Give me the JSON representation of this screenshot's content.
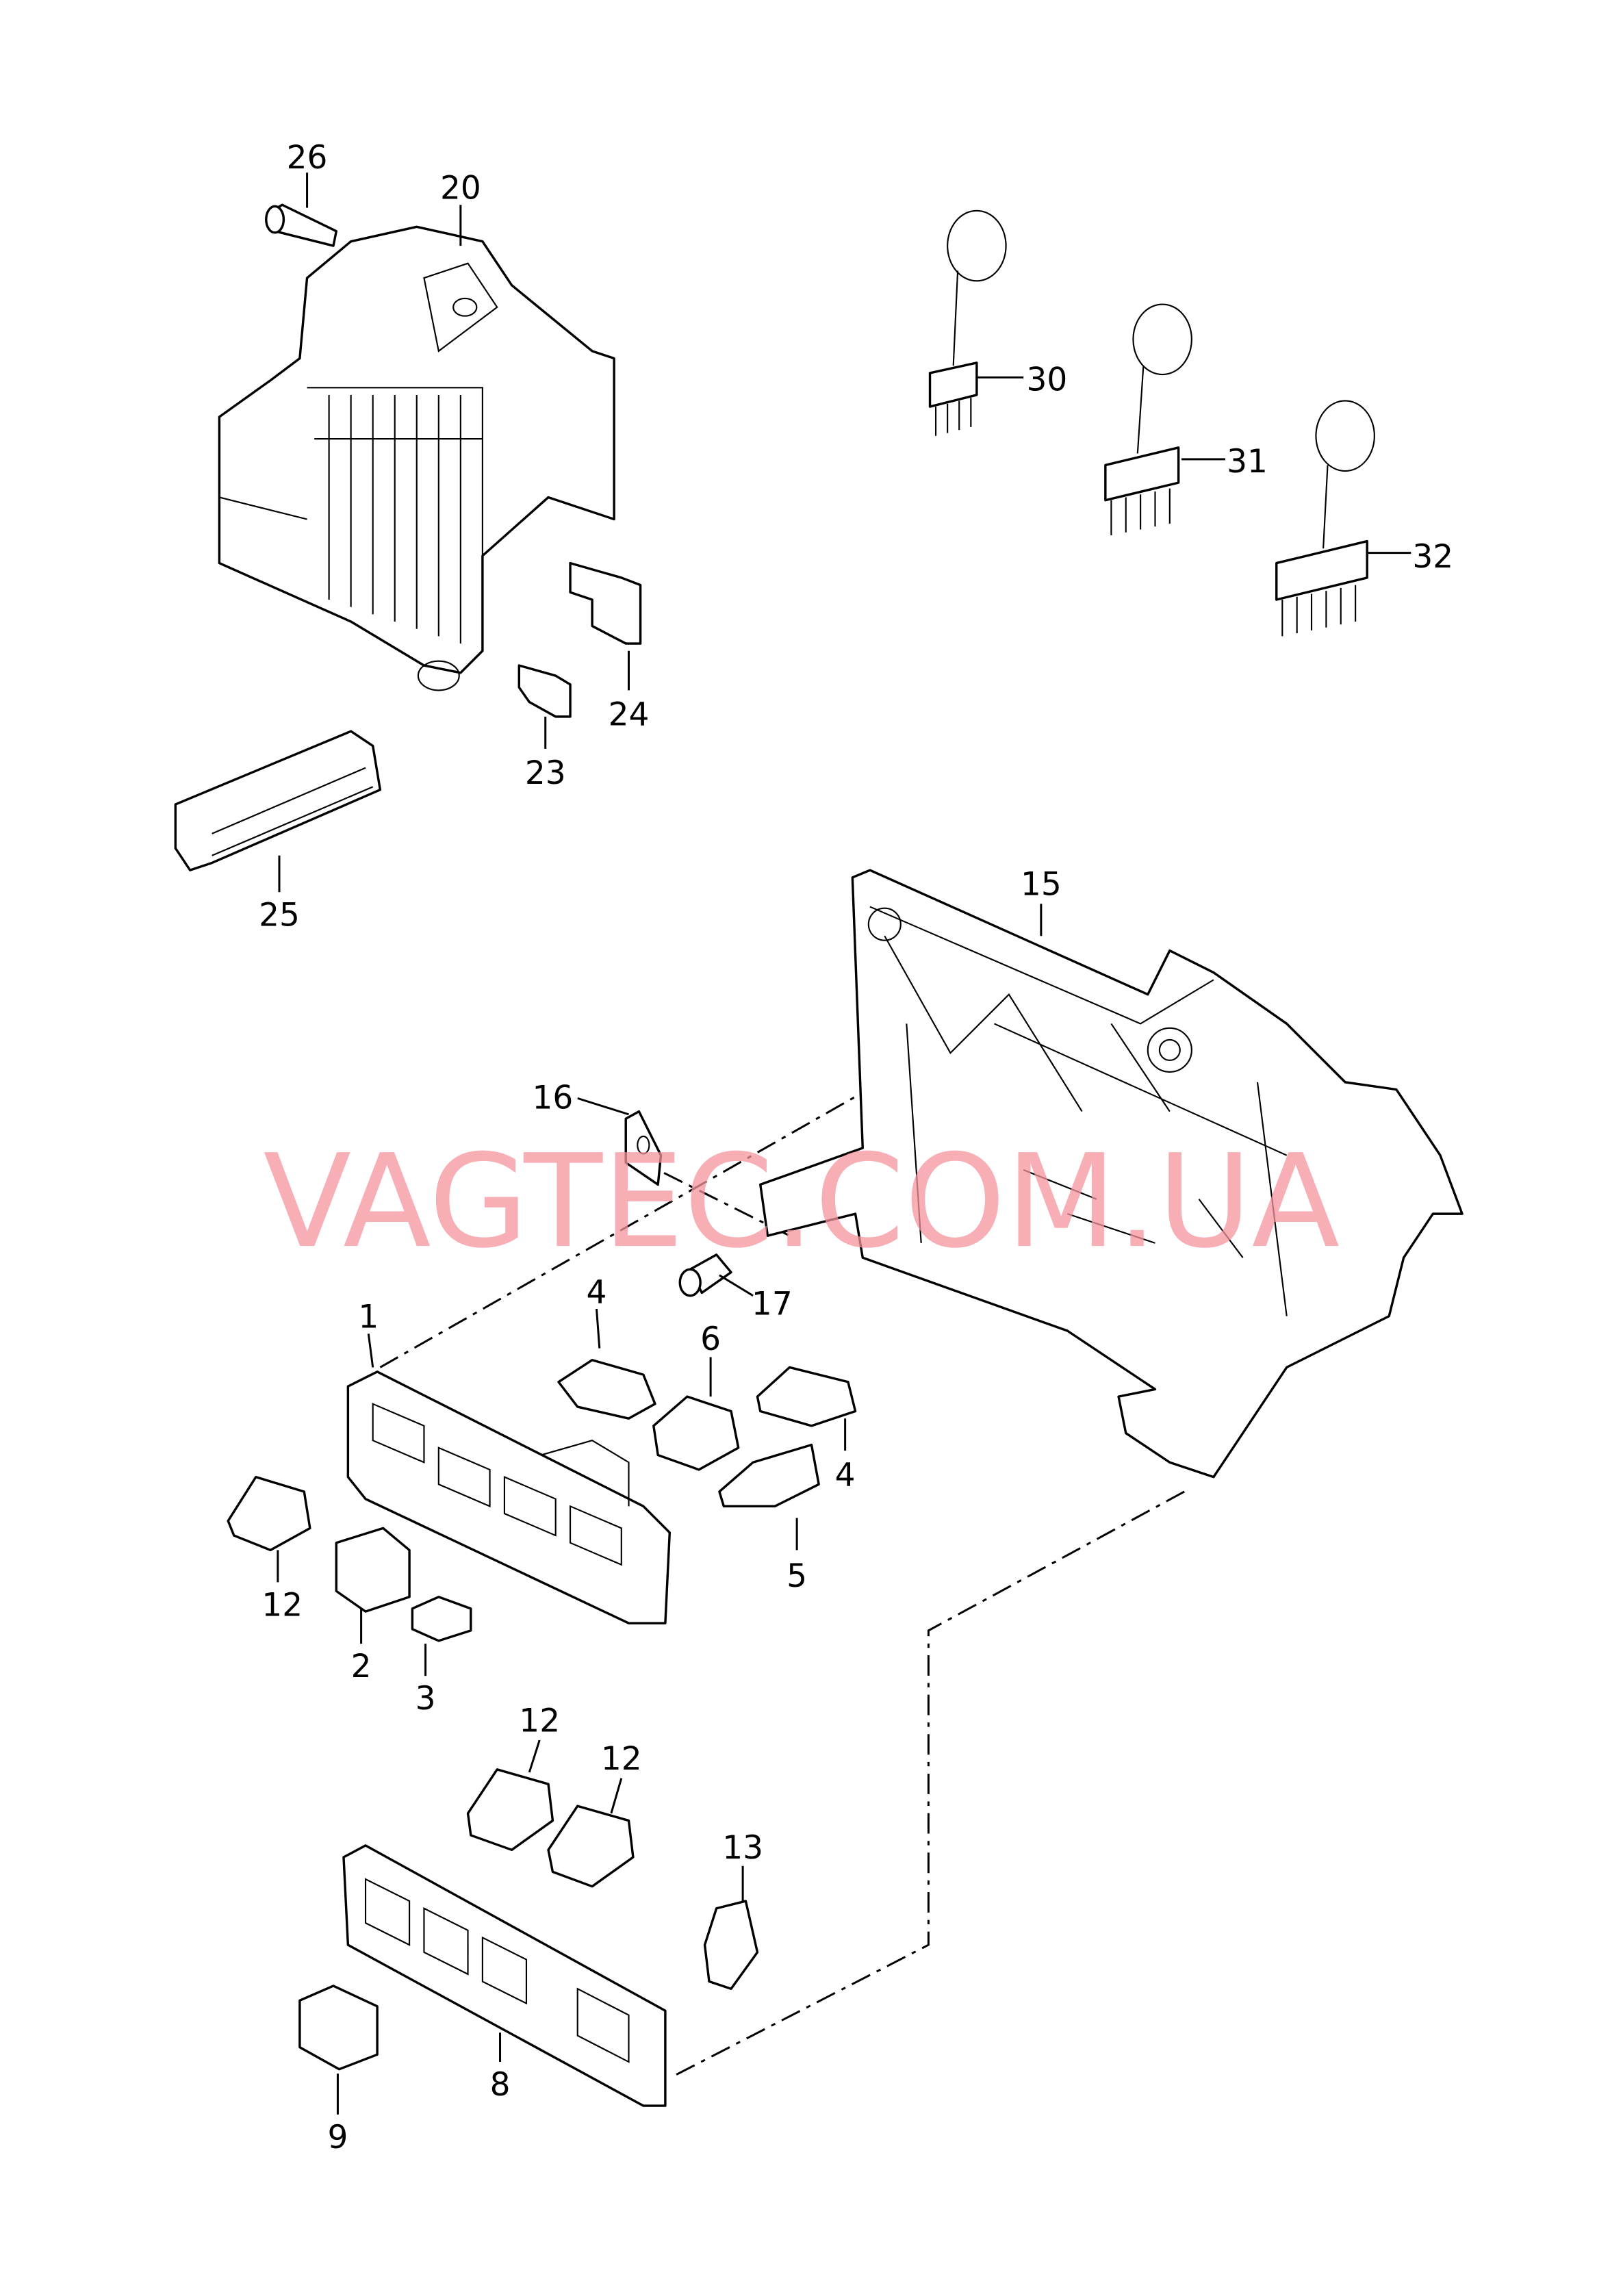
{
  "watermark": "VAGTEC.COM.UA",
  "callouts": {
    "p26": "26",
    "p20": "20",
    "p30": "30",
    "p31": "31",
    "p32": "32",
    "p24": "24",
    "p23": "23",
    "p25": "25",
    "p15": "15",
    "p16": "16",
    "p17": "17",
    "p1": "1",
    "p4a": "4",
    "p6": "6",
    "p4b": "4",
    "p5": "5",
    "p12a": "12",
    "p2": "2",
    "p3": "3",
    "p12b": "12",
    "p12c": "12",
    "p13": "13",
    "p8": "8",
    "p9": "9"
  }
}
